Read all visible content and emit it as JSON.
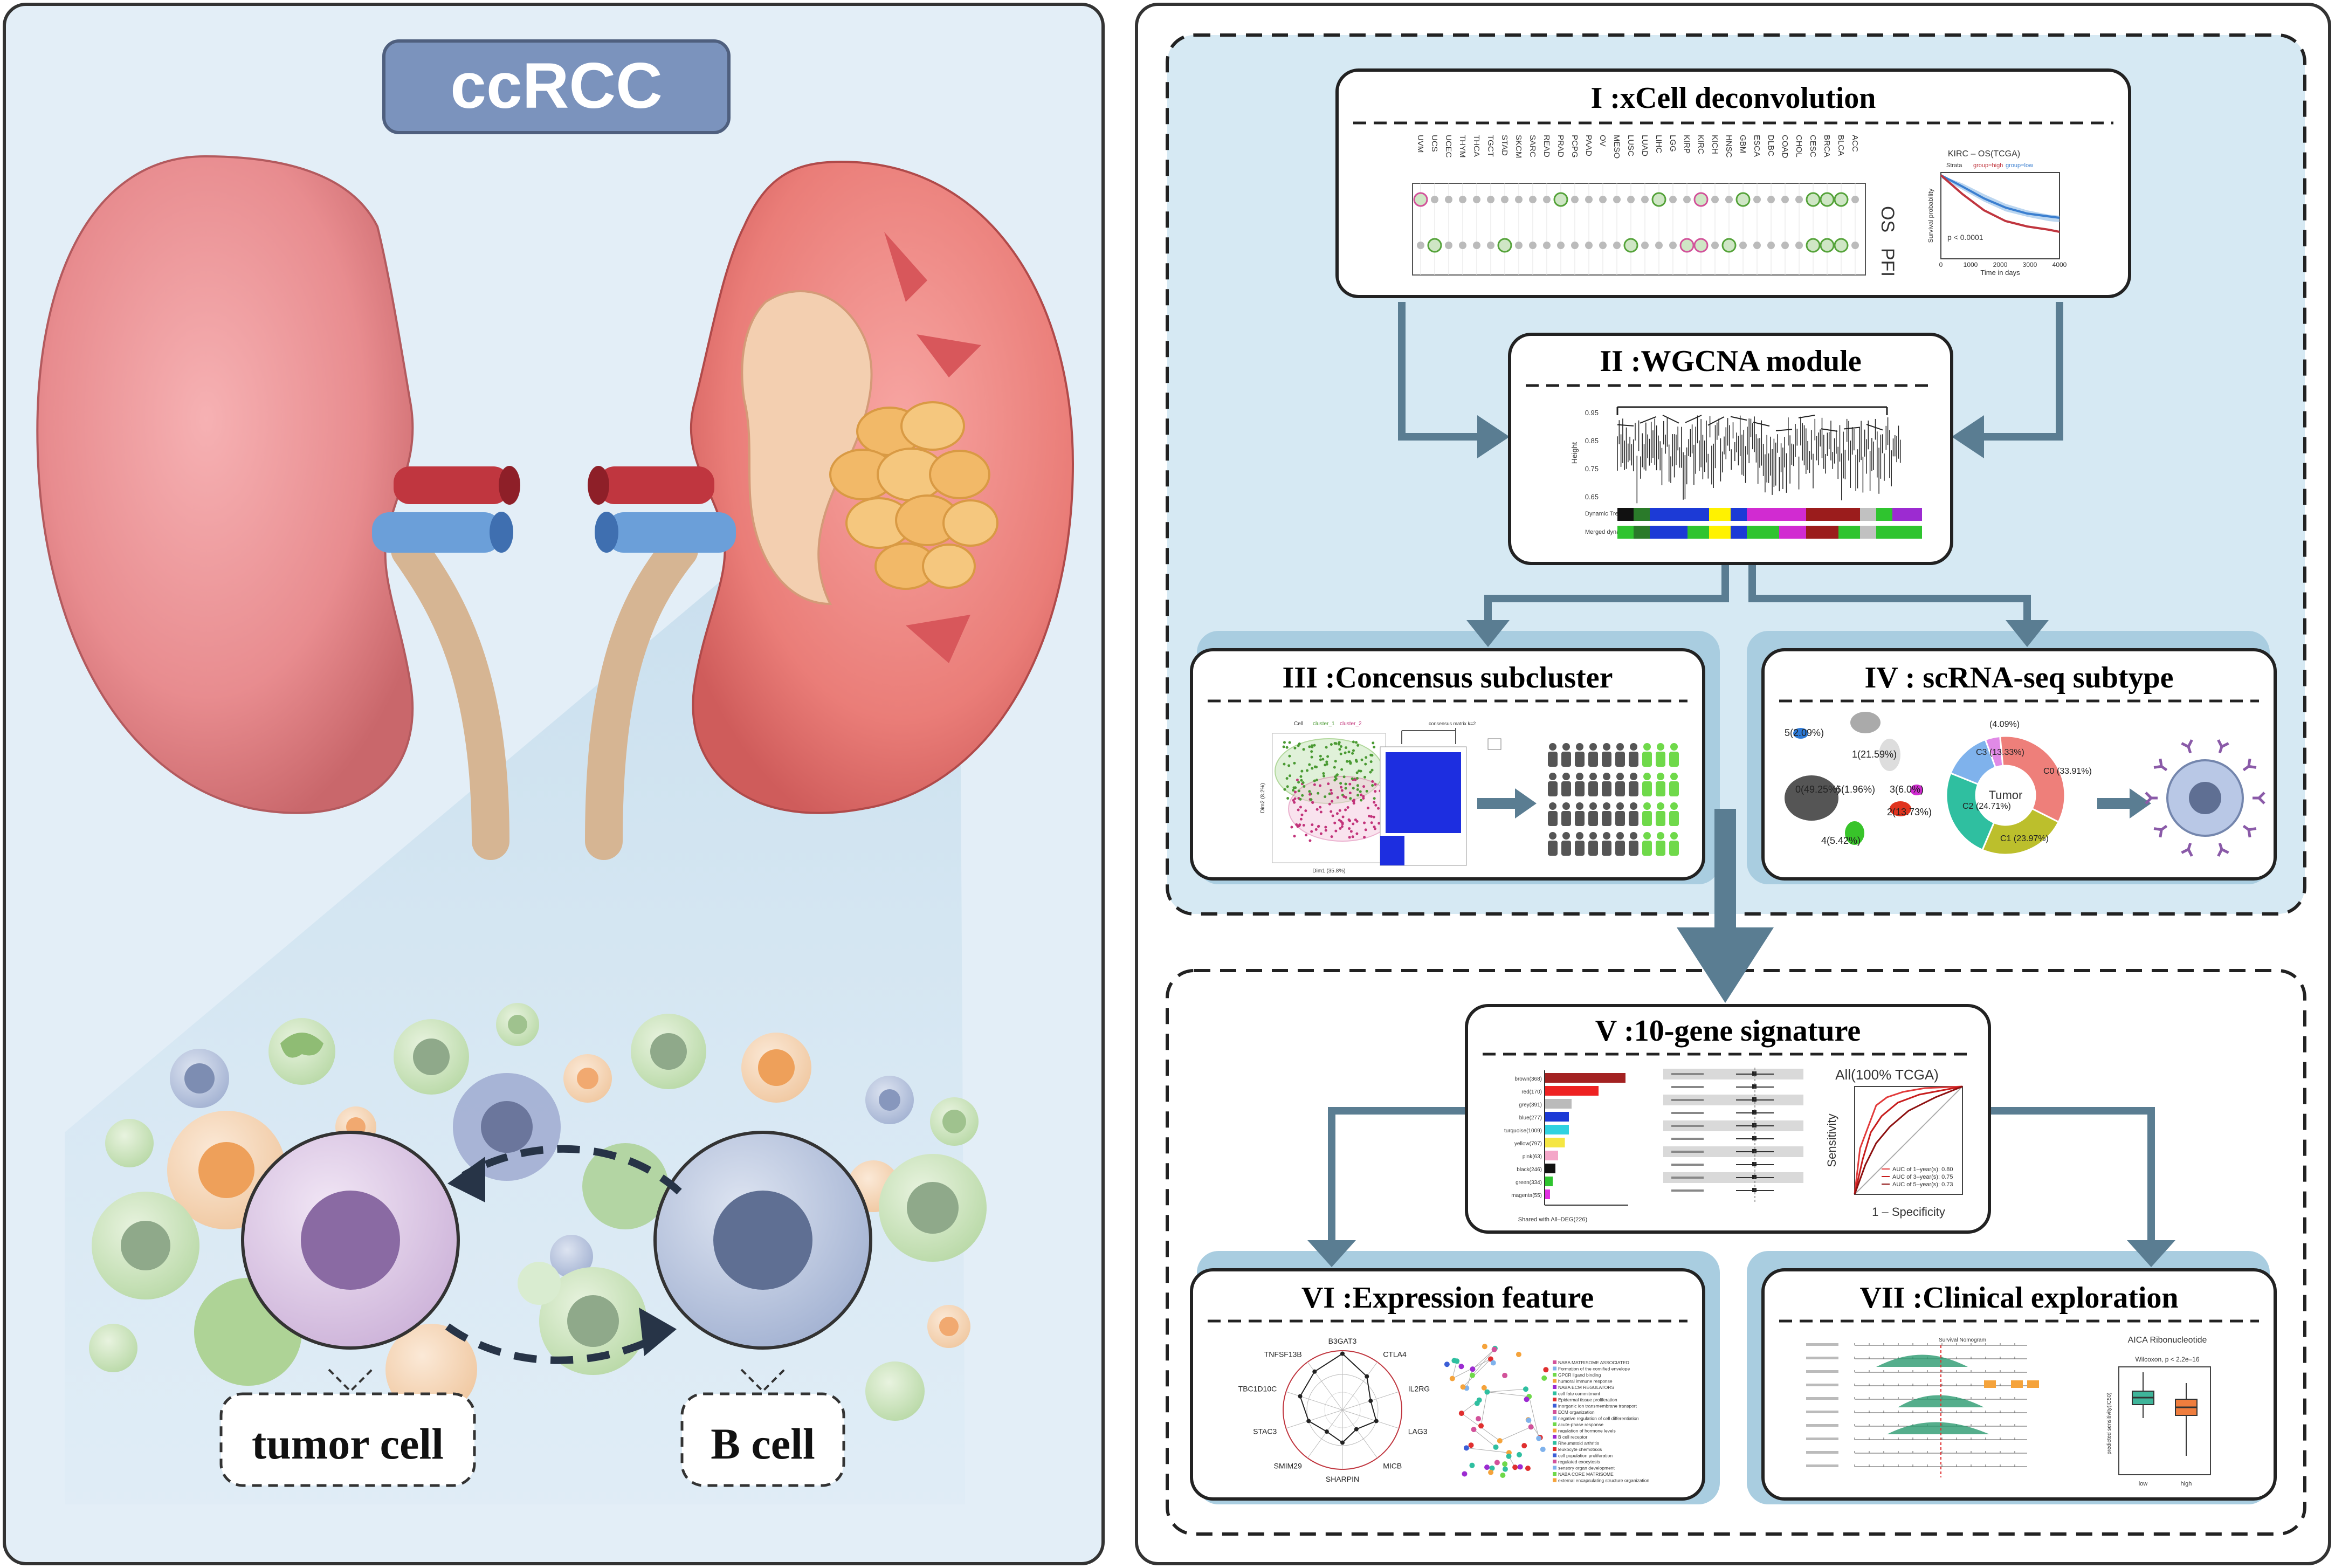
{
  "left_panel": {
    "title": "ccRCC",
    "labels": {
      "tumor_cell": "tumor cell",
      "b_cell": "B cell"
    }
  },
  "steps": [
    {
      "id": "I",
      "label": "I :xCell deconvolution"
    },
    {
      "id": "II",
      "label": "II :WGCNA module"
    },
    {
      "id": "III",
      "label": "III :Concensus subcluster"
    },
    {
      "id": "IV",
      "label": "IV : scRNA-seq subtype"
    },
    {
      "id": "V",
      "label": "V :10-gene signature"
    },
    {
      "id": "VI",
      "label": "VI :Expression feature"
    },
    {
      "id": "VII",
      "label": "VII :Clinical exploration"
    }
  ],
  "step1": {
    "cancer_types": [
      "UVM",
      "UCS",
      "UCEC",
      "THYM",
      "THCA",
      "TGCT",
      "STAD",
      "SKCM",
      "SARC",
      "READ",
      "PRAD",
      "PCPG",
      "PAAD",
      "OV",
      "MESO",
      "LUSC",
      "LUAD",
      "LIHC",
      "LGG",
      "KIRP",
      "KIRC",
      "KICH",
      "HNSC",
      "GBM",
      "ESCA",
      "DLBC",
      "COAD",
      "CHOL",
      "CESC",
      "BRCA",
      "BLCA",
      "ACC"
    ],
    "row_labels": [
      "OS",
      "PFI"
    ],
    "km_title": "KIRC – OS(TCGA)",
    "km_legend": [
      "Strata",
      "group=high",
      "group=low"
    ],
    "km_ylabel": "Survival probability",
    "km_xlabel": "Time in days",
    "km_pvalue": "p < 0.0001",
    "km_xticks": [
      "0",
      "1000",
      "2000",
      "3000",
      "4000"
    ]
  },
  "step2": {
    "ylabel": "Height",
    "yticks": [
      "0.95",
      "0.85",
      "0.75",
      "0.65"
    ],
    "row_labels": [
      "Dynamic Tree Cut",
      "Merged dynamic"
    ]
  },
  "step3": {
    "legend": [
      "Cell",
      "cluster_1",
      "cluster_2"
    ],
    "xlabel": "Dim1 (35.8%)",
    "ylabel": "Dim2 (8.2%)",
    "heatmap_title": "consensus matrix k=2"
  },
  "step4": {
    "umap_labels": [
      "5(2.09%)",
      "1(21.59%)",
      "0(49.25%)",
      "6(1.96%)",
      "3(6.0%)",
      "2(13.73%)",
      "4(5.42%)"
    ],
    "donut_center": "Tumor",
    "donut_labels": [
      "(4.09%)",
      "C3 (13.33%)",
      "C0 (33.91%)",
      "C2 (24.71%)",
      "C1 (23.97%)"
    ]
  },
  "step5": {
    "bar_labels": [
      "brown(368)",
      "red(170)",
      "grey(391)",
      "blue(277)",
      "turquoise(1009)",
      "yellow(797)",
      "pink(63)",
      "black(246)",
      "green(334)",
      "magenta(55)"
    ],
    "bar_xlabel": "Shared with All–DEG(226)",
    "roc_title": "All(100% TCGA)",
    "roc_xlabel": "1 – Specificity",
    "roc_ylabel": "Sensitivity",
    "roc_legend": [
      "AUC of 1–year(s): 0.80",
      "AUC of 3–year(s): 0.75",
      "AUC of 5–year(s): 0.73"
    ]
  },
  "step6": {
    "radar_genes": [
      "B3GAT3",
      "CTLA4",
      "IL2RG",
      "LAG3",
      "MICB",
      "SHARPIN",
      "SMIM29",
      "STAC3",
      "TBC1D10C",
      "TNFSF13B"
    ],
    "network_legend": [
      "NABA MATRISOME ASSOCIATED",
      "Formation of the cornified envelope",
      "GPCR ligand binding",
      "humoral immune response",
      "NABA ECM REGULATORS",
      "cell fate commitment",
      "Epidermal tissue proliferation",
      "inorganic ion transmembrane transport",
      "ECM organization",
      "negative regulation of cell differentiation",
      "acute-phase response",
      "regulation of hormone levels",
      "B cell receptor",
      "Rheumatoid arthritis",
      "leukocyte chemotaxis",
      "cell population proliferation",
      "regulated exocytosis",
      "sensory organ development",
      "NABA CORE MATRISOME",
      "external encapsulating structure organization"
    ]
  },
  "step7": {
    "nomogram_title": "Survival Nomogram",
    "box_title": "AICA Ribonucleotide",
    "box_stat": "Wilcoxon, p < 2.2e–16",
    "box_ylabel": "predicted sensitivity(IC50)",
    "box_groups": [
      "low",
      "high"
    ]
  },
  "colors": {
    "panel_bg": "#e3eef7",
    "section_bg": "#d6e9f3",
    "tab_blue": "#a9cde0",
    "arrow": "#5a7d92",
    "title_box": "#7b93bd",
    "kidney": "#e88c8f",
    "artery": "#c0363f",
    "vein": "#6b9fd9",
    "ureter": "#d6b593",
    "tumor": "#f2b968",
    "tumor_cell": "#dac6e3",
    "tumor_nucleus": "#8a6aa3",
    "b_cell": "#b9c5df",
    "b_nucleus": "#5f6f93"
  }
}
